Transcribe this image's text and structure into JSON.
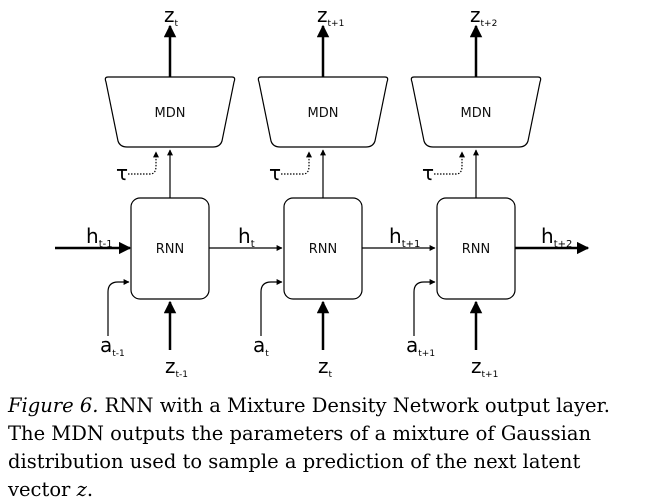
{
  "columns": [
    {
      "mdn": "MDN",
      "rnn": "RNN",
      "tau": "τ",
      "z_out": "z",
      "z_out_sub": "t",
      "a_in": "a",
      "a_in_sub": "t-1",
      "z_in": "z",
      "z_in_sub": "t-1"
    },
    {
      "mdn": "MDN",
      "rnn": "RNN",
      "tau": "τ",
      "z_out": "z",
      "z_out_sub": "t+1",
      "a_in": "a",
      "a_in_sub": "t",
      "z_in": "z",
      "z_in_sub": "t"
    },
    {
      "mdn": "MDN",
      "rnn": "RNN",
      "tau": "τ",
      "z_out": "z",
      "z_out_sub": "t+2",
      "a_in": "a",
      "a_in_sub": "t+1",
      "z_in": "z",
      "z_in_sub": "t+1"
    }
  ],
  "hidden": [
    {
      "h": "h",
      "sub": "t-1"
    },
    {
      "h": "h",
      "sub": "t"
    },
    {
      "h": "h",
      "sub": "t+1"
    },
    {
      "h": "h",
      "sub": "t+2"
    }
  ],
  "caption": {
    "figure_label": "Figure 6.",
    "text_before_var": " RNN with a Mixture Density Network output layer. The MDN outputs the parameters of a mixture of Gaussian distribution used to sample a prediction of the next latent vector ",
    "variable": "z",
    "text_after_var": "."
  }
}
